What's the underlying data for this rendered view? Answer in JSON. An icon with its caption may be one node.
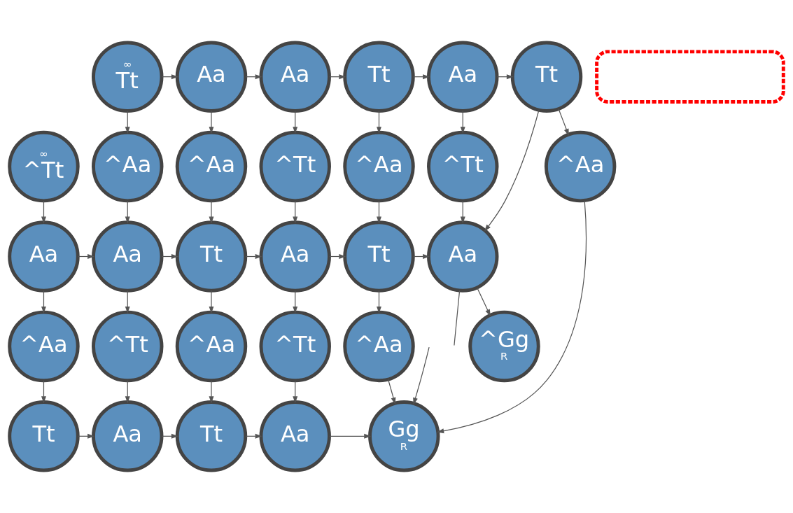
{
  "diagram": {
    "nodes": [
      {
        "text": [
          "∞",
          "Tt"
        ]
      },
      {
        "text": [
          "Aa"
        ]
      },
      {
        "text": [
          "Aa"
        ]
      },
      {
        "text": [
          "Tt"
        ]
      },
      {
        "text": [
          "Aa"
        ]
      },
      {
        "text": [
          "Tt"
        ]
      },
      {
        "text": [
          "∞",
          "^Tt"
        ]
      },
      {
        "text": [
          "^Aa"
        ]
      },
      {
        "text": [
          "^Aa"
        ]
      },
      {
        "text": [
          "^Tt"
        ]
      },
      {
        "text": [
          "^Aa"
        ]
      },
      {
        "text": [
          "^Tt"
        ]
      },
      {
        "text": [
          "^Aa"
        ]
      },
      {
        "text": [
          "Aa"
        ]
      },
      {
        "text": [
          "Aa"
        ]
      },
      {
        "text": [
          "Tt"
        ]
      },
      {
        "text": [
          "Aa"
        ]
      },
      {
        "text": [
          "Tt"
        ]
      },
      {
        "text": [
          "Aa"
        ]
      },
      {
        "text": [
          "^Aa"
        ]
      },
      {
        "text": [
          "^Tt"
        ]
      },
      {
        "text": [
          "^Aa"
        ]
      },
      {
        "text": [
          "^Tt"
        ]
      },
      {
        "text": [
          "^Aa"
        ]
      },
      {
        "text": [
          "^Gg",
          "R"
        ]
      },
      {
        "text": [
          "Tt"
        ]
      },
      {
        "text": [
          "Aa"
        ]
      },
      {
        "text": [
          "Tt"
        ]
      },
      {
        "text": [
          "Aa"
        ]
      },
      {
        "text": [
          "Gg",
          "R"
        ]
      },
      {
        "text": [],
        "shape": "box"
      }
    ],
    "edges": [
      {
        "from": 0,
        "to": 1,
        "arrow": "to"
      },
      {
        "from": 1,
        "to": 2,
        "arrow": "to"
      },
      {
        "from": 2,
        "to": 3,
        "arrow": "to"
      },
      {
        "from": 3,
        "to": 4,
        "arrow": "to"
      },
      {
        "from": 4,
        "to": 5,
        "arrow": "to"
      },
      {
        "from": 0,
        "to": 7,
        "arrow": "to"
      },
      {
        "from": 1,
        "to": 8,
        "arrow": "to"
      },
      {
        "from": 2,
        "to": 9,
        "arrow": "to"
      },
      {
        "from": 3,
        "to": 10,
        "arrow": "to"
      },
      {
        "from": 4,
        "to": 11,
        "arrow": "to"
      },
      {
        "from": 5,
        "to": 12,
        "arrow": "to"
      },
      {
        "from": 5,
        "to": 18,
        "arrow": "to"
      },
      {
        "from": 6,
        "to": 13,
        "arrow": "to"
      },
      {
        "from": 7,
        "to": 14,
        "arrow": "to"
      },
      {
        "from": 8,
        "to": 15,
        "arrow": "to"
      },
      {
        "from": 9,
        "to": 16,
        "arrow": "to"
      },
      {
        "from": 10,
        "to": 17,
        "arrow": "to"
      },
      {
        "from": 11,
        "to": 18,
        "arrow": "to"
      },
      {
        "from": 12,
        "to": 29,
        "arrow": "to"
      },
      {
        "from": 13,
        "to": 14,
        "arrow": "to"
      },
      {
        "from": 14,
        "to": 15,
        "arrow": "to"
      },
      {
        "from": 15,
        "to": 16,
        "arrow": "to"
      },
      {
        "from": 16,
        "to": 17,
        "arrow": "to"
      },
      {
        "from": 17,
        "to": 18,
        "arrow": "to"
      },
      {
        "from": 18,
        "to": null,
        "arrow": "none"
      },
      {
        "from": 13,
        "to": 19,
        "arrow": "to"
      },
      {
        "from": 14,
        "to": 20,
        "arrow": "to"
      },
      {
        "from": 15,
        "to": 21,
        "arrow": "to"
      },
      {
        "from": 16,
        "to": 22,
        "arrow": "to"
      },
      {
        "from": 17,
        "to": 23,
        "arrow": "to"
      },
      {
        "from": 18,
        "to": 24,
        "arrow": "to"
      },
      {
        "from": 19,
        "to": 25,
        "arrow": "to"
      },
      {
        "from": 20,
        "to": 26,
        "arrow": "to"
      },
      {
        "from": 21,
        "to": 27,
        "arrow": "to"
      },
      {
        "from": 22,
        "to": 28,
        "arrow": "to"
      },
      {
        "from": 23,
        "to": 29,
        "arrow": "to"
      },
      {
        "from": 25,
        "to": 26,
        "arrow": "to"
      },
      {
        "from": 26,
        "to": 27,
        "arrow": "to"
      },
      {
        "from": 27,
        "to": 28,
        "arrow": "to"
      },
      {
        "from": 28,
        "to": 29,
        "arrow": "to"
      },
      {
        "from": null,
        "to": 29,
        "arrow": "to"
      }
    ]
  }
}
